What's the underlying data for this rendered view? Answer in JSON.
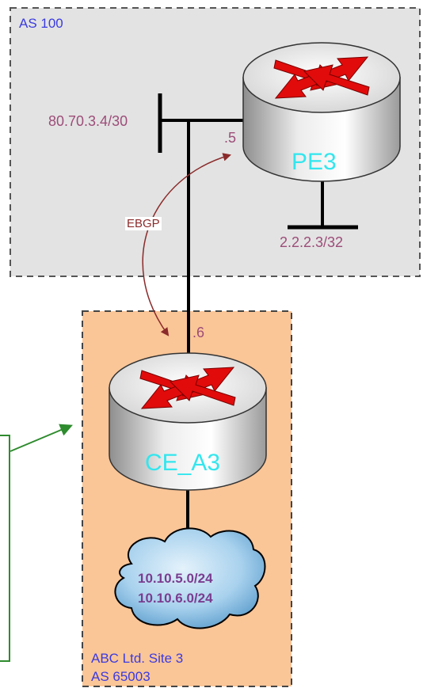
{
  "as100": {
    "label": "AS 100"
  },
  "pe_router": {
    "name": "PE3",
    "interface_address": ".5",
    "loopback": "2.2.2.3/32"
  },
  "link": {
    "subnet": "80.70.3.4/30",
    "protocol_label": "EBGP"
  },
  "ce_router": {
    "name": "CE_A3",
    "interface_address": ".6"
  },
  "customer_site": {
    "name": "ABC Ltd. Site 3",
    "as_label": "AS 65003"
  },
  "cloud": {
    "networks": [
      "10.10.5.0/24",
      "10.10.6.0/24"
    ]
  },
  "colors": {
    "as100_fill": "#e3e3e3",
    "site_fill": "#fac597",
    "arrow_red": "#e10b0b",
    "router_label": "#33e6ee",
    "ebgp_arc": "#8b2a2a",
    "callout_green": "#2e8b2e"
  }
}
